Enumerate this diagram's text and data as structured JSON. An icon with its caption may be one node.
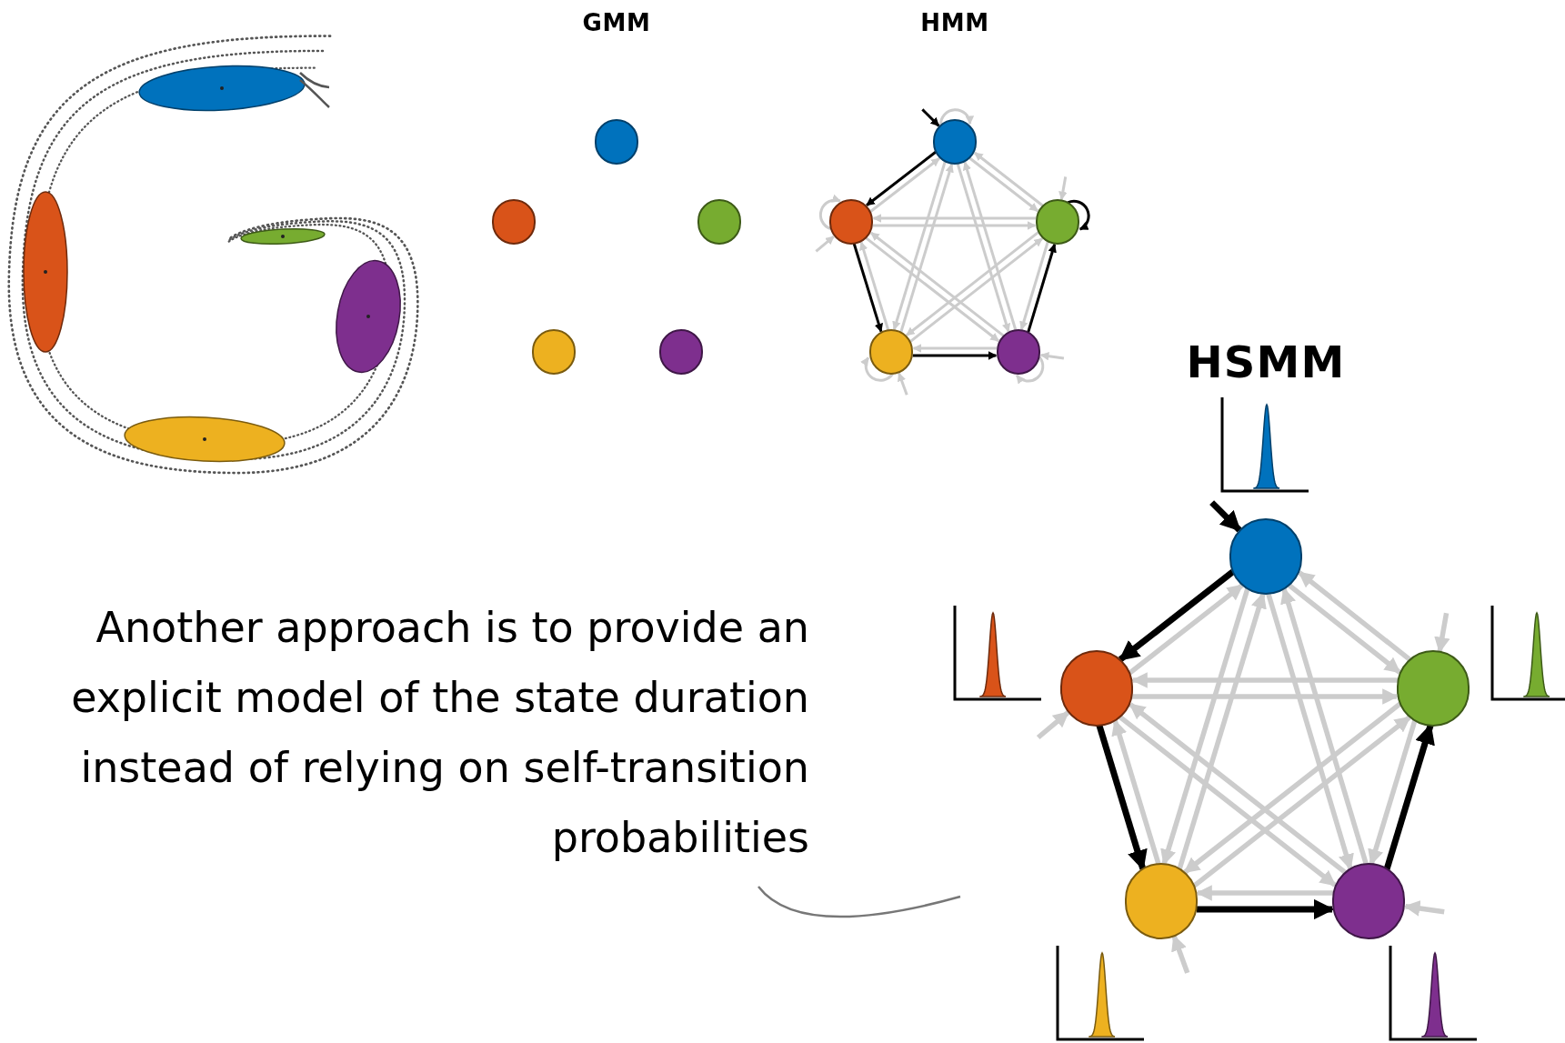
{
  "diagram": {
    "nodes": [
      {
        "text": [],
        "shape": "circle"
      },
      {
        "text": [],
        "shape": "circle"
      },
      {
        "text": [],
        "shape": "circle"
      },
      {
        "text": [],
        "shape": "circle"
      },
      {
        "text": [],
        "shape": "circle"
      },
      {
        "text": [],
        "shape": "circle"
      },
      {
        "text": [],
        "shape": "circle"
      },
      {
        "text": [],
        "shape": "circle"
      },
      {
        "text": [],
        "shape": "circle"
      },
      {
        "text": [],
        "shape": "circle"
      },
      {
        "text": [],
        "shape": "circle"
      },
      {
        "text": [],
        "shape": "circle"
      },
      {
        "text": [],
        "shape": "circle"
      },
      {
        "text": [],
        "shape": "circle"
      },
      {
        "text": [],
        "shape": "circle"
      }
    ],
    "edges": [
      {
        "from": null,
        "to": 5,
        "arrow": "to",
        "color": "#000000"
      },
      {
        "from": null,
        "to": 6,
        "arrow": "to"
      },
      {
        "from": null,
        "to": 7,
        "arrow": "to"
      },
      {
        "from": null,
        "to": 8,
        "arrow": "to"
      },
      {
        "from": null,
        "to": 9,
        "arrow": "to"
      },
      {
        "from": 5,
        "to": 5,
        "arrow": "to"
      },
      {
        "from": 6,
        "to": 6,
        "arrow": "to"
      },
      {
        "from": 7,
        "to": 7,
        "arrow": "to",
        "color": "#000000"
      },
      {
        "from": 8,
        "to": 8,
        "arrow": "to"
      },
      {
        "from": 9,
        "to": 9,
        "arrow": "to"
      },
      {
        "from": 5,
        "to": 6,
        "arrow": "to",
        "color": "#000000"
      },
      {
        "from": 6,
        "to": 8,
        "arrow": "to",
        "color": "#000000"
      },
      {
        "from": 8,
        "to": 9,
        "arrow": "to",
        "color": "#000000"
      },
      {
        "from": 9,
        "to": 7,
        "arrow": "to",
        "color": "#000000"
      },
      {
        "from": 6,
        "to": 5,
        "arrow": "to"
      },
      {
        "from": 5,
        "to": 7,
        "arrow": "to"
      },
      {
        "from": 7,
        "to": 5,
        "arrow": "to"
      },
      {
        "from": 5,
        "to": 8,
        "arrow": "to"
      },
      {
        "from": 8,
        "to": 5,
        "arrow": "to"
      },
      {
        "from": 5,
        "to": 9,
        "arrow": "to"
      },
      {
        "from": 9,
        "to": 5,
        "arrow": "to"
      },
      {
        "from": 6,
        "to": 7,
        "arrow": "to"
      },
      {
        "from": 7,
        "to": 6,
        "arrow": "to"
      },
      {
        "from": 8,
        "to": 6,
        "arrow": "to"
      },
      {
        "from": 6,
        "to": 9,
        "arrow": "to"
      },
      {
        "from": 9,
        "to": 6,
        "arrow": "to"
      },
      {
        "from": 7,
        "to": 8,
        "arrow": "to"
      },
      {
        "from": 8,
        "to": 7,
        "arrow": "to"
      },
      {
        "from": 7,
        "to": 9,
        "arrow": "to"
      },
      {
        "from": 9,
        "to": 8,
        "arrow": "to"
      },
      {
        "from": null,
        "to": 10,
        "arrow": "to",
        "color": "#000000",
        "style": "thick"
      },
      {
        "from": null,
        "to": 11,
        "arrow": "to"
      },
      {
        "from": null,
        "to": 12,
        "arrow": "to"
      },
      {
        "from": null,
        "to": 13,
        "arrow": "to"
      },
      {
        "from": null,
        "to": 14,
        "arrow": "to"
      },
      {
        "from": 10,
        "to": 11,
        "arrow": "to",
        "color": "#000000",
        "style": "thick"
      },
      {
        "from": 11,
        "to": 13,
        "arrow": "to",
        "color": "#000000",
        "style": "thick"
      },
      {
        "from": 13,
        "to": 14,
        "arrow": "to",
        "color": "#000000",
        "style": "thick"
      },
      {
        "from": 14,
        "to": 12,
        "arrow": "to",
        "color": "#000000",
        "style": "thick"
      },
      {
        "from": 11,
        "to": 10,
        "arrow": "to"
      },
      {
        "from": 10,
        "to": 12,
        "arrow": "to"
      },
      {
        "from": 12,
        "to": 10,
        "arrow": "to"
      },
      {
        "from": 10,
        "to": 13,
        "arrow": "to"
      },
      {
        "from": 13,
        "to": 10,
        "arrow": "to"
      },
      {
        "from": 10,
        "to": 14,
        "arrow": "to"
      },
      {
        "from": 14,
        "to": 10,
        "arrow": "to"
      },
      {
        "from": 11,
        "to": 12,
        "arrow": "to"
      },
      {
        "from": 12,
        "to": 11,
        "arrow": "to"
      },
      {
        "from": 13,
        "to": 11,
        "arrow": "to"
      },
      {
        "from": 11,
        "to": 14,
        "arrow": "to"
      },
      {
        "from": 14,
        "to": 11,
        "arrow": "to"
      },
      {
        "from": 12,
        "to": 13,
        "arrow": "to"
      },
      {
        "from": 13,
        "to": 12,
        "arrow": "to"
      },
      {
        "from": 12,
        "to": 14,
        "arrow": "to"
      },
      {
        "from": 14,
        "to": 13,
        "arrow": "to"
      }
    ],
    "labels": [
      "GMM",
      "HMM",
      "HSMM",
      "Another approach is to provide an explicit model of the state duration instead of relying on self-transition probabilities"
    ]
  }
}
